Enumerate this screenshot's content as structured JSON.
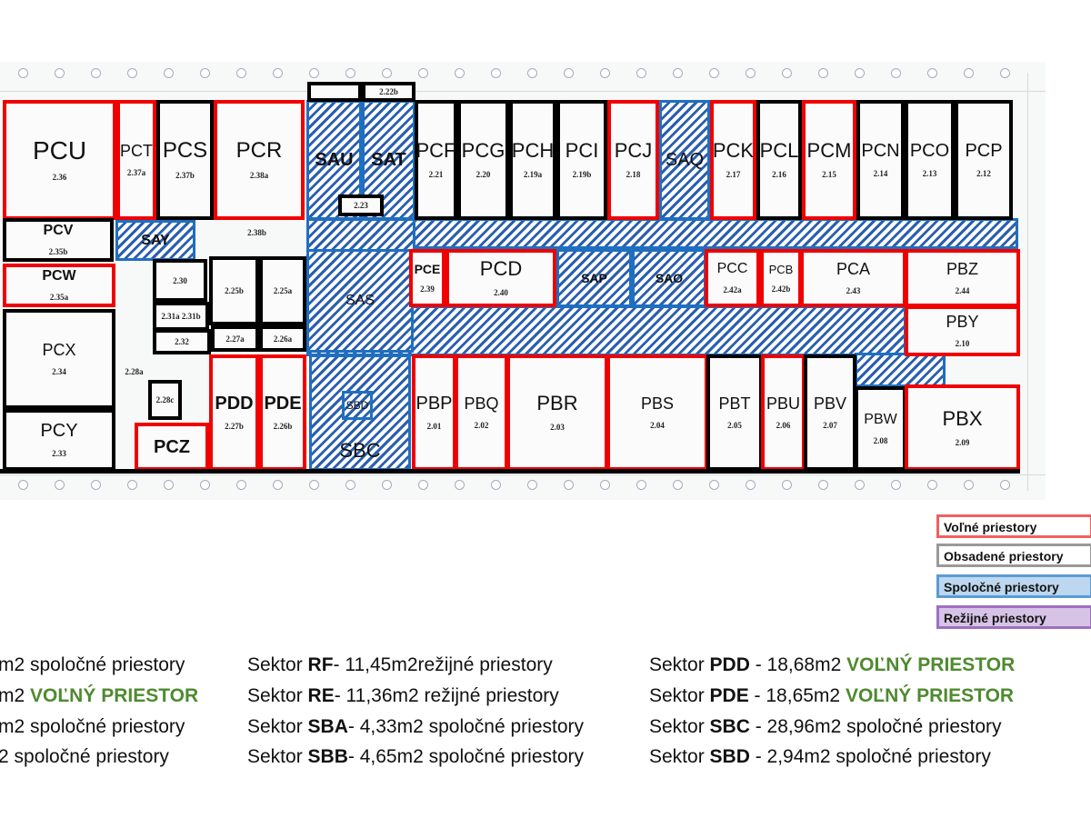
{
  "rooms": [
    {
      "code": "PCU",
      "number": "2.36",
      "status": "volne"
    },
    {
      "code": "PCT",
      "number": "2.37a",
      "status": "volne"
    },
    {
      "code": "PCS",
      "number": "2.37b",
      "status": "obsadene"
    },
    {
      "code": "PCR",
      "number": "2.38a",
      "status": "volne"
    },
    {
      "code": "SAU",
      "number": "",
      "status": "spolocne"
    },
    {
      "code": "SAT",
      "number": "",
      "status": "spolocne"
    },
    {
      "code": "",
      "number": "2.23",
      "status": "obsadene"
    },
    {
      "code": "",
      "number": "",
      "status": "obsadene"
    },
    {
      "code": "",
      "number": "2.22b",
      "status": "obsadene"
    },
    {
      "code": "PCF",
      "number": "2.21",
      "status": "obsadene"
    },
    {
      "code": "PCG",
      "number": "2.20",
      "status": "obsadene"
    },
    {
      "code": "PCH",
      "number": "2.19a",
      "status": "obsadene"
    },
    {
      "code": "PCI",
      "number": "2.19b",
      "status": "obsadene"
    },
    {
      "code": "PCJ",
      "number": "2.18",
      "status": "volne"
    },
    {
      "code": "SAQ",
      "number": "",
      "status": "spolocne"
    },
    {
      "code": "PCK",
      "number": "2.17",
      "status": "volne"
    },
    {
      "code": "PCL",
      "number": "2.16",
      "status": "obsadene"
    },
    {
      "code": "PCM",
      "number": "2.15",
      "status": "volne"
    },
    {
      "code": "PCN",
      "number": "2.14",
      "status": "obsadene"
    },
    {
      "code": "PCO",
      "number": "2.13",
      "status": "obsadene"
    },
    {
      "code": "PCP",
      "number": "2.12",
      "status": "obsadene"
    },
    {
      "code": "SAS",
      "number": "",
      "status": "spolocne"
    },
    {
      "code": "PCE",
      "number": "2.39",
      "status": "volne"
    },
    {
      "code": "PCD",
      "number": "2.40",
      "status": "volne"
    },
    {
      "code": "SAP",
      "number": "",
      "status": "spolocne"
    },
    {
      "code": "SAO",
      "number": "",
      "status": "spolocne"
    },
    {
      "code": "PCC",
      "number": "2.42a",
      "status": "volne"
    },
    {
      "code": "PCB",
      "number": "2.42b",
      "status": "volne"
    },
    {
      "code": "PCA",
      "number": "2.43",
      "status": "volne"
    },
    {
      "code": "PBZ",
      "number": "2.44",
      "status": "volne"
    },
    {
      "code": "PBY",
      "number": "2.10",
      "status": "volne"
    },
    {
      "code": "PBP",
      "number": "2.01",
      "status": "volne"
    },
    {
      "code": "PBQ",
      "number": "2.02",
      "status": "volne"
    },
    {
      "code": "PBR",
      "number": "2.03",
      "status": "volne"
    },
    {
      "code": "PBS",
      "number": "2.04",
      "status": "volne"
    },
    {
      "code": "PBT",
      "number": "2.05",
      "status": "obsadene"
    },
    {
      "code": "PBU",
      "number": "2.06",
      "status": "volne"
    },
    {
      "code": "PBV",
      "number": "2.07",
      "status": "obsadene"
    },
    {
      "code": "PBW",
      "number": "2.08",
      "status": "obsadene"
    },
    {
      "code": "PBX",
      "number": "2.09",
      "status": "volne"
    },
    {
      "code": "SBC",
      "number": "",
      "status": "spolocne"
    },
    {
      "code": "SBD",
      "number": "",
      "status": "spolocne"
    },
    {
      "code": "PCV",
      "number": "2.35b",
      "status": "obsadene"
    },
    {
      "code": "SAY",
      "number": "",
      "status": "spolocne"
    },
    {
      "code": "",
      "number": "2.38b",
      "status": "none"
    },
    {
      "code": "PCW",
      "number": "2.35a",
      "status": "volne"
    },
    {
      "code": "PCX",
      "number": "2.34",
      "status": "obsadene"
    },
    {
      "code": "PCY",
      "number": "2.33",
      "status": "obsadene"
    },
    {
      "code": "",
      "number": "2.30",
      "status": "obsadene"
    },
    {
      "code": "",
      "number": "2.25b",
      "status": "obsadene"
    },
    {
      "code": "",
      "number": "2.25a",
      "status": "obsadene"
    },
    {
      "code": "",
      "number": "2.31a 2.31b",
      "status": "obsadene"
    },
    {
      "code": "",
      "number": "2.32",
      "status": "obsadene"
    },
    {
      "code": "",
      "number": "2.27a",
      "status": "obsadene"
    },
    {
      "code": "",
      "number": "2.26a",
      "status": "obsadene"
    },
    {
      "code": "",
      "number": "2.28c",
      "status": "obsadene"
    },
    {
      "code": "",
      "number": "2.28a",
      "status": "none"
    },
    {
      "code": "PCZ",
      "number": "",
      "status": "volne"
    },
    {
      "code": "PDD",
      "number": "2.27b",
      "status": "volne"
    },
    {
      "code": "PDE",
      "number": "2.26b",
      "status": "volne"
    }
  ],
  "legend": [
    {
      "label": "Voľné priestory",
      "border": "#f06060",
      "fill": "#ffffff"
    },
    {
      "label": "Obsadené priestory",
      "border": "#999999",
      "fill": "#ffffff"
    },
    {
      "label": "Spoločné priestory",
      "border": "#5b9bd5",
      "fill": "#bcd7ef"
    },
    {
      "label": "Režijné priestory",
      "border": "#9e6fc2",
      "fill": "#d7c3e6"
    }
  ],
  "notes": {
    "col1": [
      {
        "pre": "",
        "code": "",
        "post": "m2 spoločné priestory",
        "accent": ""
      },
      {
        "pre": "",
        "code": "",
        "post": "m2 ",
        "accent": "VOĽNÝ PRIESTOR"
      },
      {
        "pre": "",
        "code": "",
        "post": "m2 spoločné priestory",
        "accent": ""
      },
      {
        "pre": "",
        "code": "",
        "post": "2 spoločné priestory",
        "accent": ""
      }
    ],
    "col2": [
      {
        "pre": "Sektor ",
        "code": "RF",
        "post": "- 11,45m2režijné priestory",
        "accent": ""
      },
      {
        "pre": "Sektor ",
        "code": "RE",
        "post": "- 11,36m2 režijné priestory",
        "accent": ""
      },
      {
        "pre": "Sektor ",
        "code": "SBA",
        "post": "- 4,33m2 spoločné priestory",
        "accent": ""
      },
      {
        "pre": "Sektor ",
        "code": "SBB",
        "post": "- 4,65m2 spoločné priestory",
        "accent": ""
      }
    ],
    "col3": [
      {
        "pre": "Sektor ",
        "code": "PDD",
        "post": " - 18,68m2 ",
        "accent": "VOĽNÝ PRIESTOR"
      },
      {
        "pre": "Sektor ",
        "code": "PDE",
        "post": " - 18,65m2 ",
        "accent": "VOĽNÝ PRIESTOR"
      },
      {
        "pre": "Sektor ",
        "code": "SBC",
        "post": " - 28,96m2 spoločné priestory",
        "accent": ""
      },
      {
        "pre": "Sektor ",
        "code": "SBD",
        "post": " - 2,94m2 spoločné priestory",
        "accent": ""
      }
    ]
  }
}
